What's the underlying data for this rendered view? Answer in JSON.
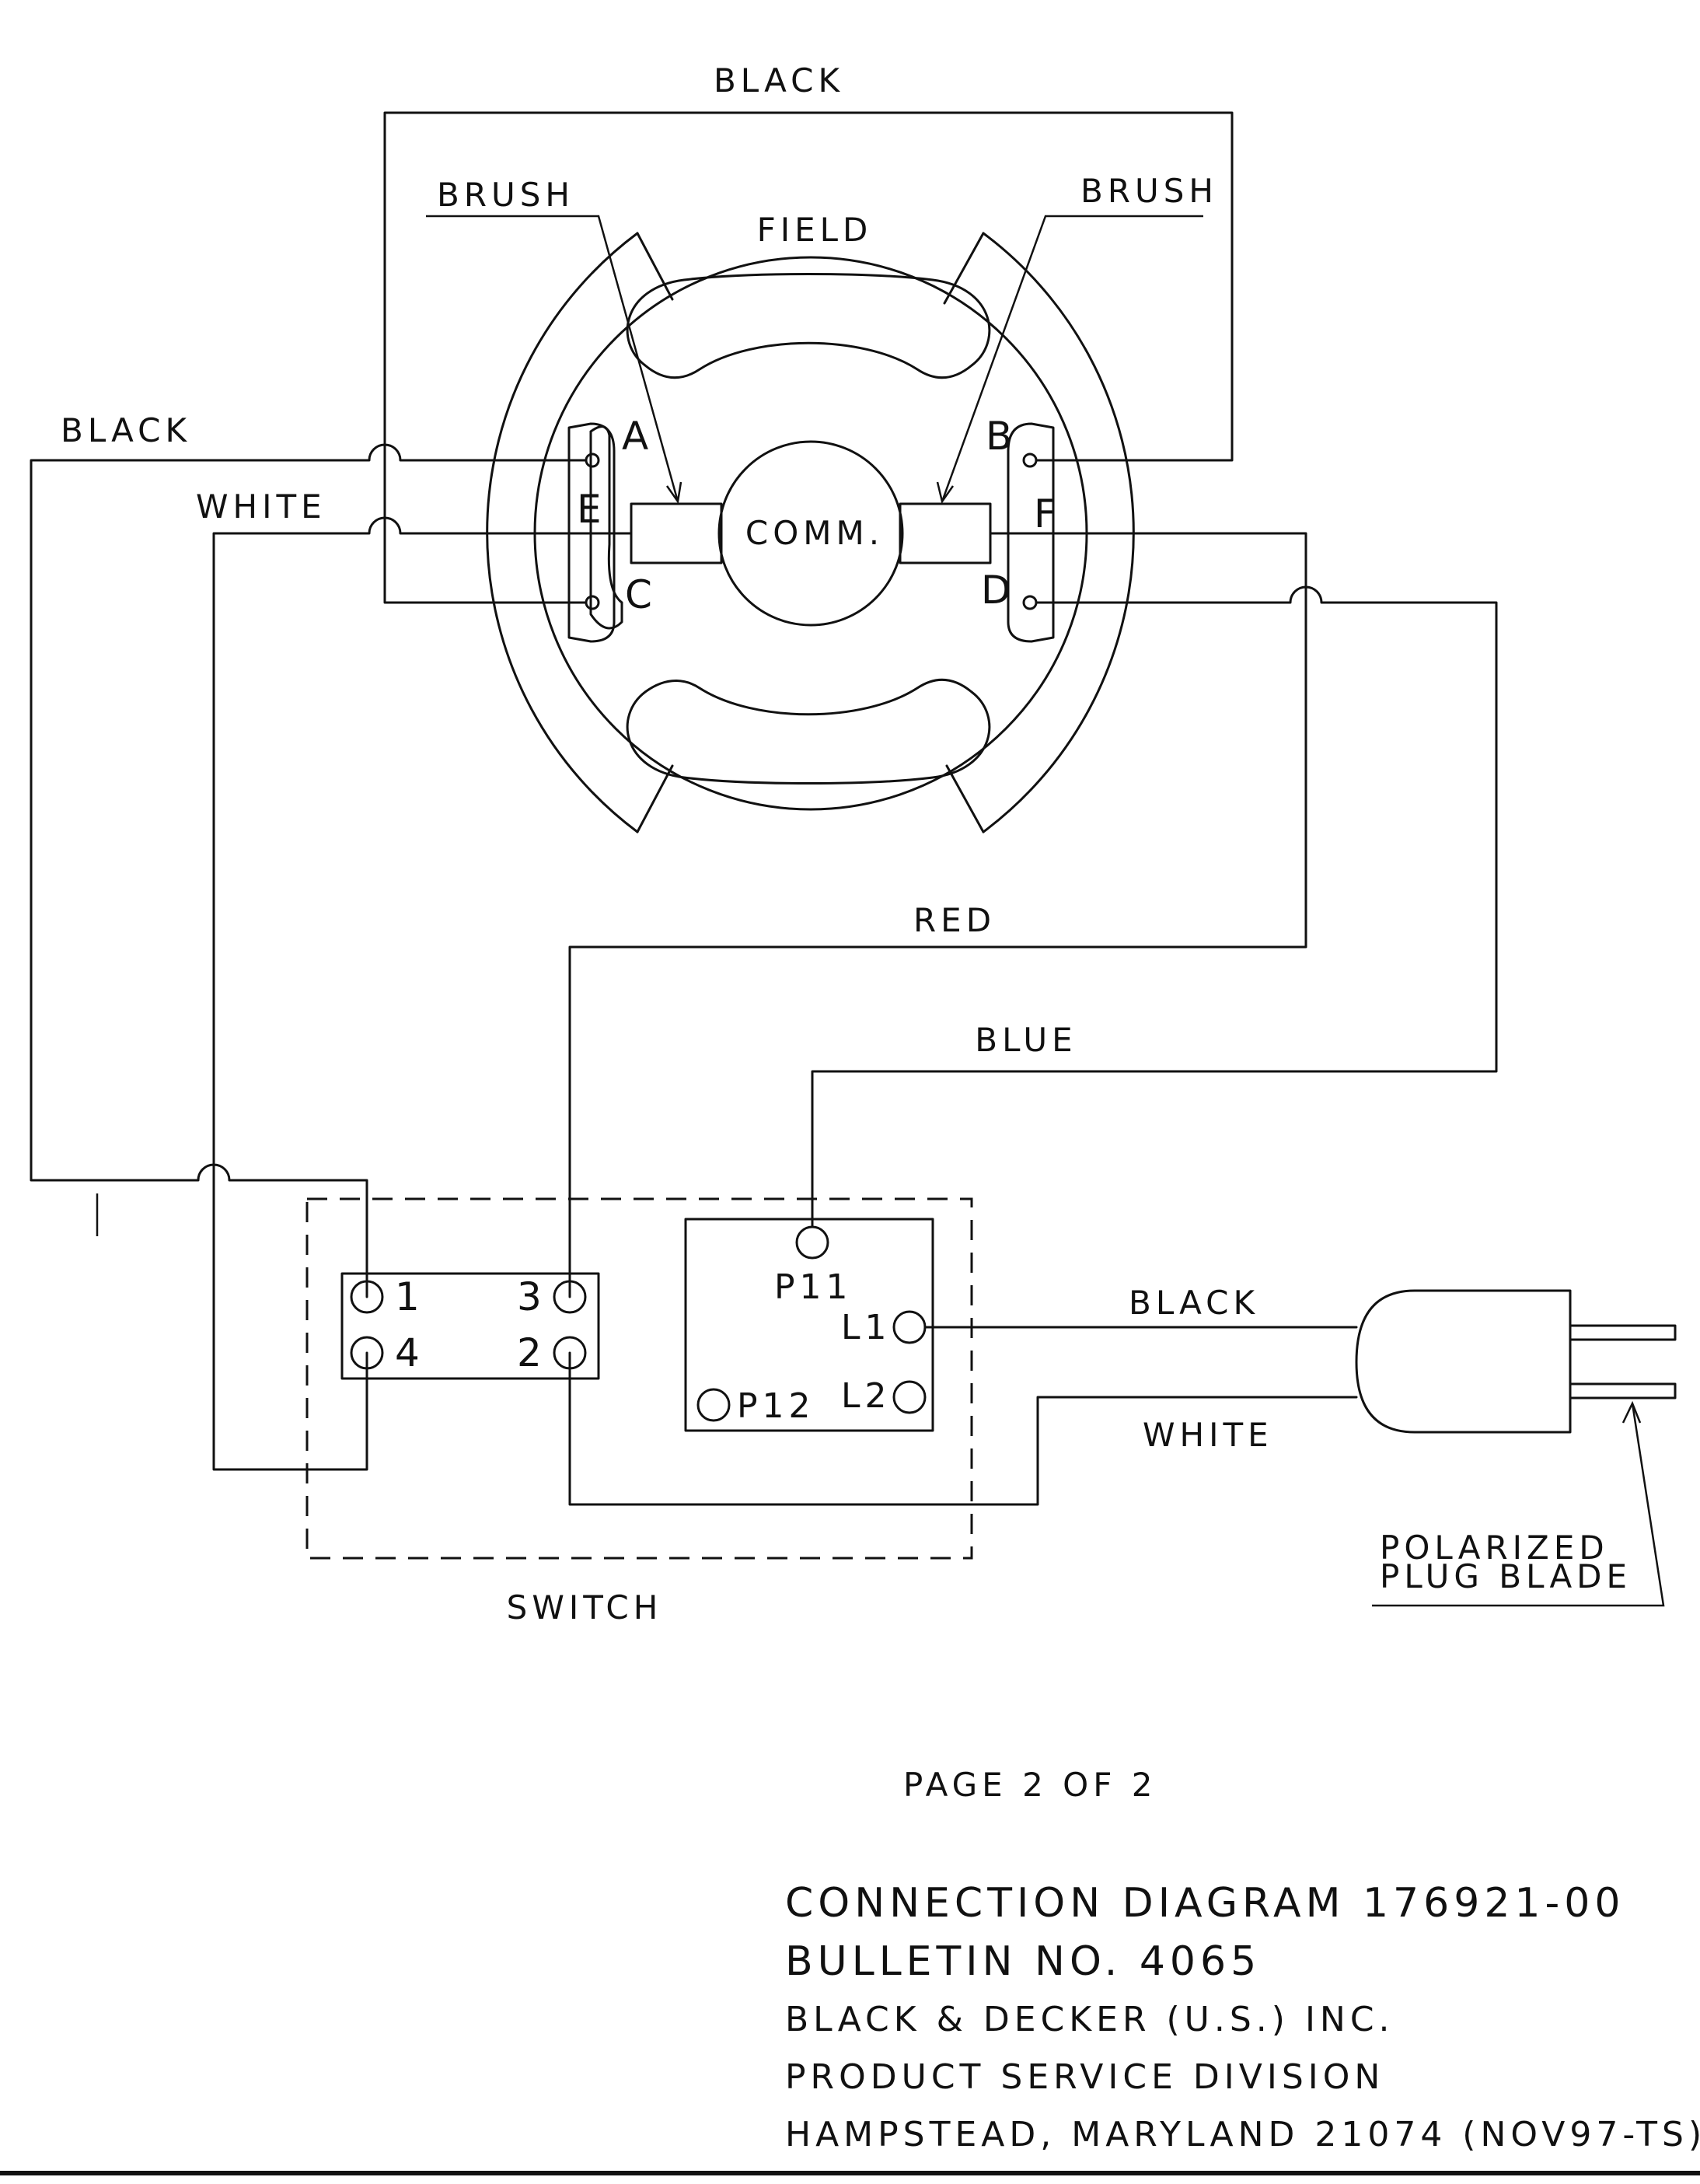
{
  "labels": {
    "black_top": "BLACK",
    "brush_left": "BRUSH",
    "brush_right": "BRUSH",
    "field": "FIELD",
    "black_left": "BLACK",
    "white_left": "WHITE",
    "comm": "COMM.",
    "term_a": "A",
    "term_b": "B",
    "term_c": "C",
    "term_d": "D",
    "term_e": "E",
    "term_f": "F",
    "red": "RED",
    "blue": "BLUE",
    "black_cord": "BLACK",
    "white_cord": "WHITE",
    "switch": "SWITCH",
    "polarized_1": "POLARIZED",
    "polarized_2": "PLUG BLADE",
    "sw_1": "1",
    "sw_2": "2",
    "sw_3": "3",
    "sw_4": "4",
    "p11": "P11",
    "p12": "P12",
    "l1": "L1",
    "l2": "L2"
  },
  "footer": {
    "page": "PAGE 2 OF 2",
    "line1": "CONNECTION DIAGRAM 176921-00",
    "line2": "BULLETIN NO. 4065",
    "line3": "BLACK & DECKER (U.S.) INC.",
    "line4": "PRODUCT SERVICE DIVISION",
    "line5": "HAMPSTEAD, MARYLAND 21074 (NOV97-TS)"
  }
}
